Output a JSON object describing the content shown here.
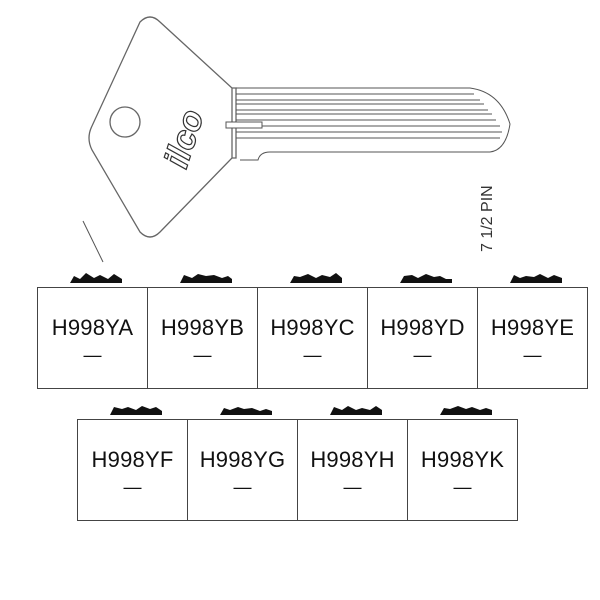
{
  "brand": "ilco",
  "pin_note": "7 1/2 PIN",
  "rows": [
    [
      {
        "code": "H998YA",
        "mark": "—"
      },
      {
        "code": "H998YB",
        "mark": "—"
      },
      {
        "code": "H998YC",
        "mark": "—"
      },
      {
        "code": "H998YD",
        "mark": "—"
      },
      {
        "code": "H998YE",
        "mark": "—"
      }
    ],
    [
      {
        "code": "H998YF",
        "mark": "—"
      },
      {
        "code": "H998YG",
        "mark": "—"
      },
      {
        "code": "H998YH",
        "mark": "—"
      },
      {
        "code": "H998YK",
        "mark": "—"
      }
    ]
  ]
}
